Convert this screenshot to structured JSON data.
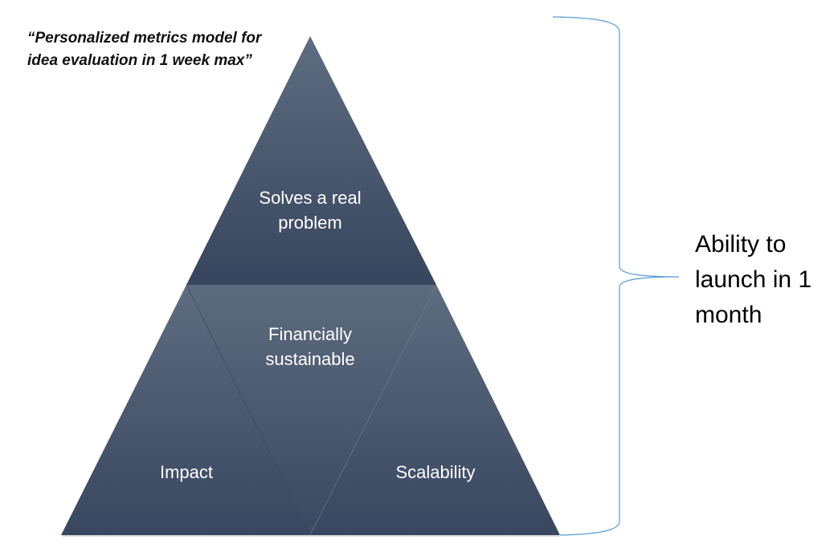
{
  "quote": "“Personalized metrics model for idea evaluation in 1 week max”",
  "pyramid": {
    "top": "Solves a real problem",
    "middle": "Financially sustainable",
    "left": "Impact",
    "right": "Scalability"
  },
  "brace_label": "Ability to launch in 1 month",
  "colors": {
    "fill_light": "#5e6c80",
    "fill_dark": "#36455d",
    "brace": "#5b9bd5"
  }
}
